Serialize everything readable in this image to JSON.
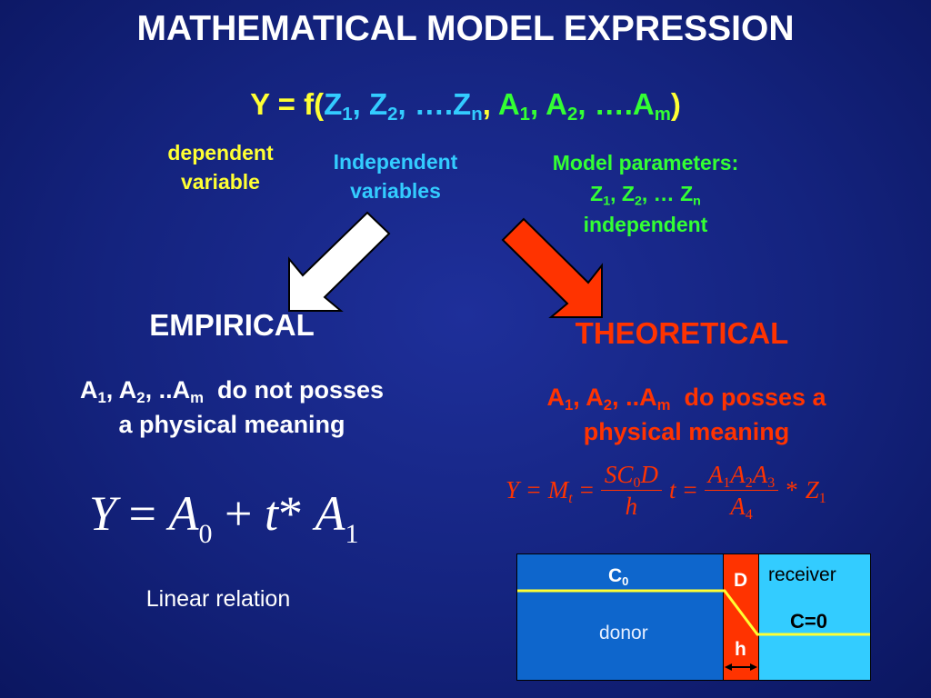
{
  "title": "MATHEMATICAL MODEL EXPRESSION",
  "main_eq": {
    "lhs": "Y = f(",
    "z_items": [
      "Z",
      "1",
      ", Z",
      "2",
      ", ….Z",
      "n"
    ],
    "sep": ", ",
    "a_items": [
      "A",
      "1",
      ", A",
      "2",
      ", ….A",
      "m"
    ],
    "close": ")"
  },
  "labels": {
    "dependent": [
      "dependent",
      "variable"
    ],
    "independent": [
      "Independent",
      "variables"
    ],
    "params_line1": "Model parameters:",
    "params_z": [
      "Z",
      "1",
      ", Z",
      "2",
      ", … Z",
      "n"
    ],
    "params_line3": "independent"
  },
  "empirical": {
    "heading": "EMPIRICAL",
    "desc_a": [
      "A",
      "1",
      ", A",
      "2",
      ", ..A",
      "m"
    ],
    "desc_rest": "do not posses",
    "desc_line2": "a physical meaning",
    "formula": {
      "Y": "Y",
      "eq": "=",
      "A": "A",
      "sub0": "0",
      "plus": "+",
      "t": "t",
      "star": "*",
      "A2": "A",
      "sub1": "1"
    },
    "caption": "Linear relation"
  },
  "theoretical": {
    "heading": "THEORETICAL",
    "desc_a": [
      "A",
      "1",
      ", A",
      "2",
      ", ..A",
      "m"
    ],
    "desc_rest": "do posses a",
    "desc_line2": "physical meaning",
    "formula": {
      "lhs": "Y = M",
      "lhs_sub": "t",
      "eq1": "=",
      "num1": "SC",
      "num1_sub": "0",
      "num1_rest": "D",
      "den1": "h",
      "t": "t",
      "eq2": "=",
      "num2": [
        "A",
        "1",
        "A",
        "2",
        "A",
        "3"
      ],
      "den2": "A",
      "den2_sub": "4",
      "star": "*",
      "z": "Z",
      "z_sub": "1"
    }
  },
  "diagram": {
    "c0_label": "C",
    "c0_sub": "0",
    "d_label": "D",
    "receiver_label": "receiver",
    "c_eq_label": "C=0",
    "donor_label": "donor",
    "h_label": "h",
    "colors": {
      "donor": "#0e66cc",
      "membrane": "#ff3300",
      "receiver": "#33ccff",
      "line": "#ffff33"
    }
  }
}
